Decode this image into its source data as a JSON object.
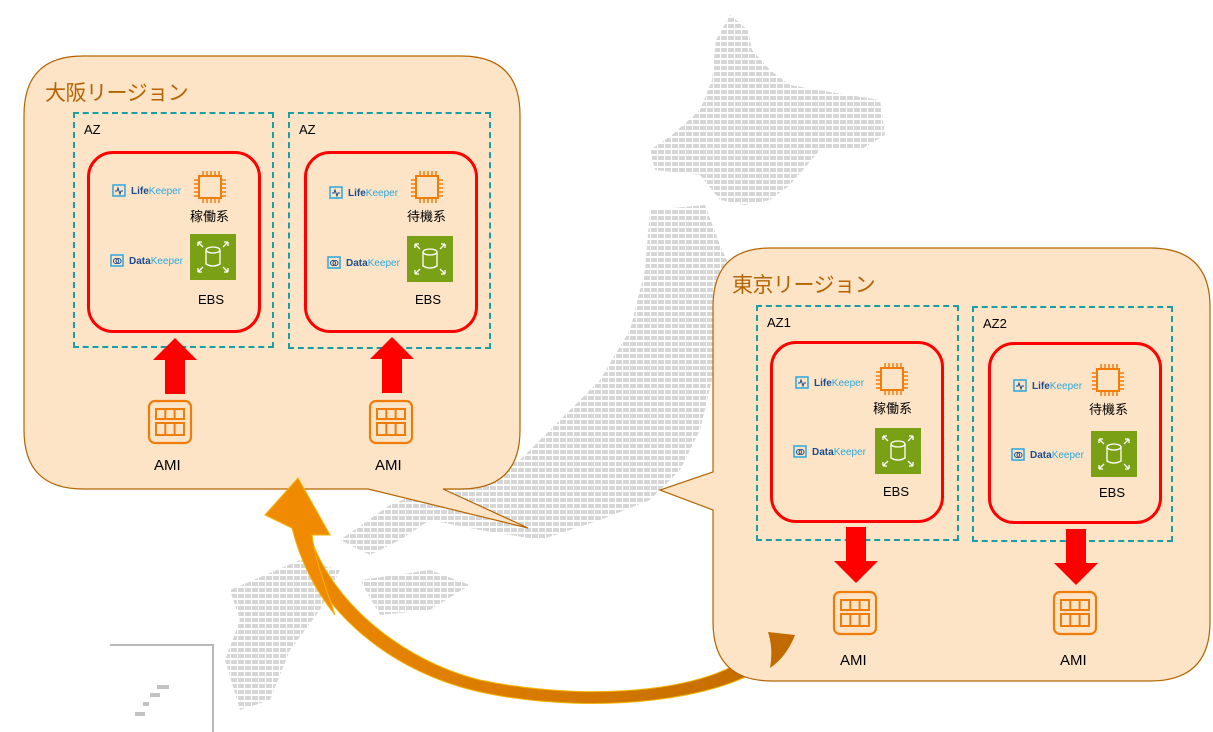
{
  "background": {
    "map_name": "japan-map",
    "map_color": "#d8d8d8"
  },
  "colors": {
    "region_fill": "#fde4c6",
    "region_border": "#b46400",
    "region_title": "#b46400",
    "az_border": "#1a9ea3",
    "instance_border": "#ff0000",
    "ec2_orange": "#f07d0a",
    "ebs_green": "#7aa116",
    "ami_orange": "#f07d0a",
    "arrow_red": "#ff0000",
    "dr_arrow_start": "#c06a00",
    "dr_arrow_end": "#f08a00"
  },
  "regions": [
    {
      "name": "osaka",
      "title": "大阪リージョン",
      "azs": [
        {
          "label": "AZ",
          "instance": {
            "lifekeeper_strong": "Life",
            "lifekeeper_light": "Keeper",
            "datakeeper_strong": "Data",
            "datakeeper_light": "Keeper",
            "role": "稼働系",
            "ebs": "EBS"
          },
          "ami": "AMI",
          "arrow": "up"
        },
        {
          "label": "AZ",
          "instance": {
            "lifekeeper_strong": "Life",
            "lifekeeper_light": "Keeper",
            "datakeeper_strong": "Data",
            "datakeeper_light": "Keeper",
            "role": "待機系",
            "ebs": "EBS"
          },
          "ami": "AMI",
          "arrow": "up"
        }
      ]
    },
    {
      "name": "tokyo",
      "title": "東京リージョン",
      "azs": [
        {
          "label": "AZ1",
          "instance": {
            "lifekeeper_strong": "Life",
            "lifekeeper_light": "Keeper",
            "datakeeper_strong": "Data",
            "datakeeper_light": "Keeper",
            "role": "稼働系",
            "ebs": "EBS"
          },
          "ami": "AMI",
          "arrow": "down"
        },
        {
          "label": "AZ2",
          "instance": {
            "lifekeeper_strong": "Life",
            "lifekeeper_light": "Keeper",
            "datakeeper_strong": "Data",
            "datakeeper_light": "Keeper",
            "role": "待機系",
            "ebs": "EBS"
          },
          "ami": "AMI",
          "arrow": "down"
        }
      ]
    }
  ],
  "dr_copy_arrow": {
    "from": "tokyo",
    "to": "osaka"
  }
}
